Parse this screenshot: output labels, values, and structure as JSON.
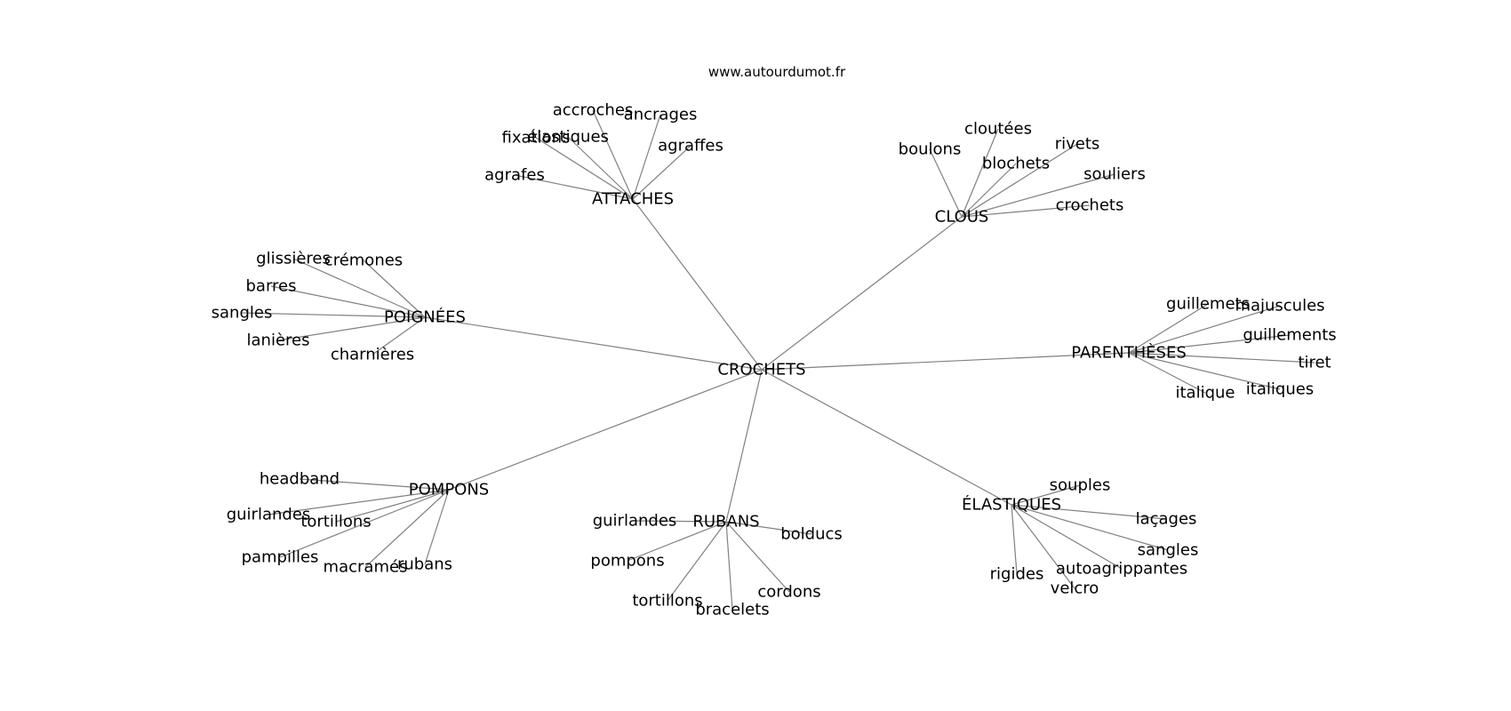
{
  "source": "www.autourdumot.fr",
  "graph": {
    "center": "CROCHETS",
    "hubs": [
      {
        "label": "ATTACHES",
        "leaves": [
          "accroches",
          "ancrages",
          "fixations",
          "élastiques",
          "agraffes",
          "agrafes"
        ]
      },
      {
        "label": "CLOUS",
        "leaves": [
          "cloutées",
          "boulons",
          "rivets",
          "blochets",
          "souliers",
          "crochets"
        ]
      },
      {
        "label": "POIGNÉES",
        "leaves": [
          "glissières",
          "crémones",
          "barres",
          "sangles",
          "lanières",
          "charnières"
        ]
      },
      {
        "label": "PARENTHÈSES",
        "leaves": [
          "guillemets",
          "majuscules",
          "guillements",
          "tiret",
          "italiques",
          "italique"
        ]
      },
      {
        "label": "POMPONS",
        "leaves": [
          "headband",
          "guirlandes",
          "tortillons",
          "pampilles",
          "macramés",
          "rubans"
        ]
      },
      {
        "label": "RUBANS",
        "leaves": [
          "guirlandes",
          "bolducs",
          "pompons",
          "tortillons",
          "cordons",
          "bracelets"
        ]
      },
      {
        "label": "ÉLASTIQUES",
        "leaves": [
          "souples",
          "laçages",
          "sangles",
          "autoagrippantes",
          "rigides",
          "velcro"
        ]
      }
    ]
  }
}
